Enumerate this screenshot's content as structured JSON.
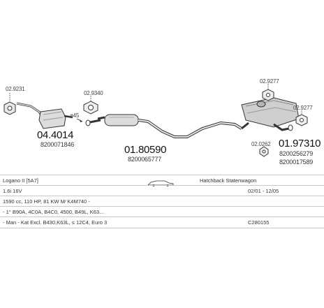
{
  "parts": {
    "clamp_left_code": "02.9231",
    "cat_part_no": "04.4014",
    "cat_oem": "8200071846",
    "dim_note": "ø45",
    "flange_code": "02.9340",
    "middle_part_no": "01.80590",
    "middle_oem": "8200065777",
    "rear_clamp_code_top": "02.9277",
    "rear_clamp_code_right": "02.9277",
    "rear_small_code": "02.0262",
    "rear_part_no": "01.97310",
    "rear_oem_1": "8200256279",
    "rear_oem_2": "8200017589"
  },
  "table": {
    "row1": {
      "model": "Logano II [5A7]",
      "body": "Hatchback Statenwagon"
    },
    "row2": {
      "engine": "1.6i 16V",
      "years": "02/01 - 12/05"
    },
    "row3": {
      "details": "1590 cc, 110 HP, 81 KW M⁄ K4M740 -"
    },
    "row4": {
      "details": "- 1° B90A, 4C0A, B4C0, 4500, B49L, K63..."
    },
    "row5": {
      "details": "- Man - Kat Excl. B430,K63L, ≤ 12C4, Euro 3",
      "code": "C280155"
    }
  },
  "icons": {
    "vehicle_icon": "car-silhouette-icon"
  }
}
